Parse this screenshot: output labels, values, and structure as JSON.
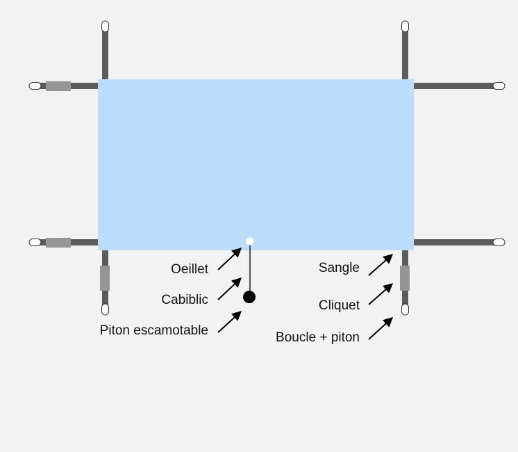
{
  "colors": {
    "background": "#f2f2f2",
    "tarp": "#bddcfa",
    "strap": "#595b5d",
    "ratchet": "#959595",
    "buckle": "#ffffff",
    "peg": "#000000",
    "arrow": "#000000"
  },
  "labels": {
    "oeillet": "Oeillet",
    "cabiblic": "Cabiblic",
    "piton": "Piton escamotable",
    "sangle": "Sangle",
    "cliquet": "Cliquet",
    "boucle": "Boucle + piton"
  }
}
